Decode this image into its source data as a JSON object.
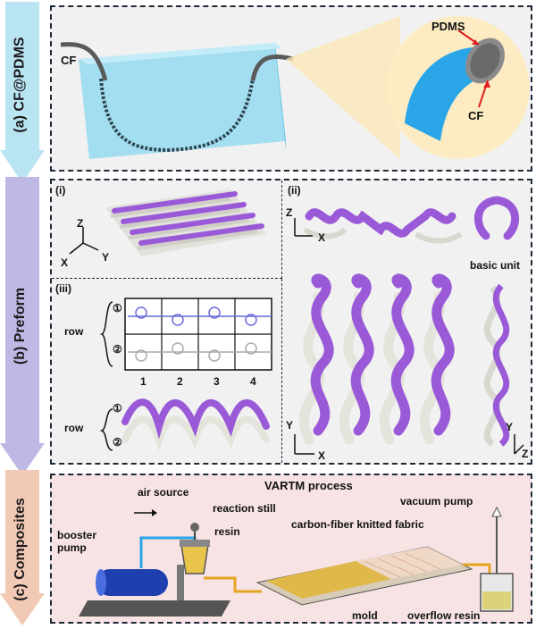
{
  "sections": {
    "a": {
      "label": "(a) CF@PDMS",
      "cf_label": "CF",
      "inset_pdms": "PDMS",
      "inset_cf": "CF"
    },
    "b": {
      "label": "(b) Preform",
      "sub_i": "(i)",
      "sub_ii": "(ii)",
      "sub_iii": "(iii)",
      "basic_unit": "basic unit",
      "row": "row",
      "row_marker_1": "①",
      "row_marker_2": "②",
      "columns": [
        "1",
        "2",
        "3",
        "4"
      ],
      "axis_x": "X",
      "axis_y": "Y",
      "axis_z": "Z"
    },
    "c": {
      "label": "(c) Composites",
      "title": "VARTM process",
      "air_source": "air source",
      "reaction_still": "reaction still",
      "resin": "resin",
      "booster_pump": "booster pump",
      "vacuum_pump": "vacuum pump",
      "fabric": "carbon-fiber knitted fabric",
      "mold": "mold",
      "overflow_resin": "overflow resin"
    }
  },
  "colors": {
    "arrow_a": "#b9e4f2",
    "arrow_b": "#bdb9e4",
    "arrow_c": "#f2c9b5",
    "panel_a_bg": "#f1f1f1",
    "panel_b_bg": "#f1f1f1",
    "panel_c_bg": "#f7e3e3",
    "purple": "#9a5ad8",
    "white_fiber": "#e4e4dc",
    "water": "#8fd6ee"
  }
}
